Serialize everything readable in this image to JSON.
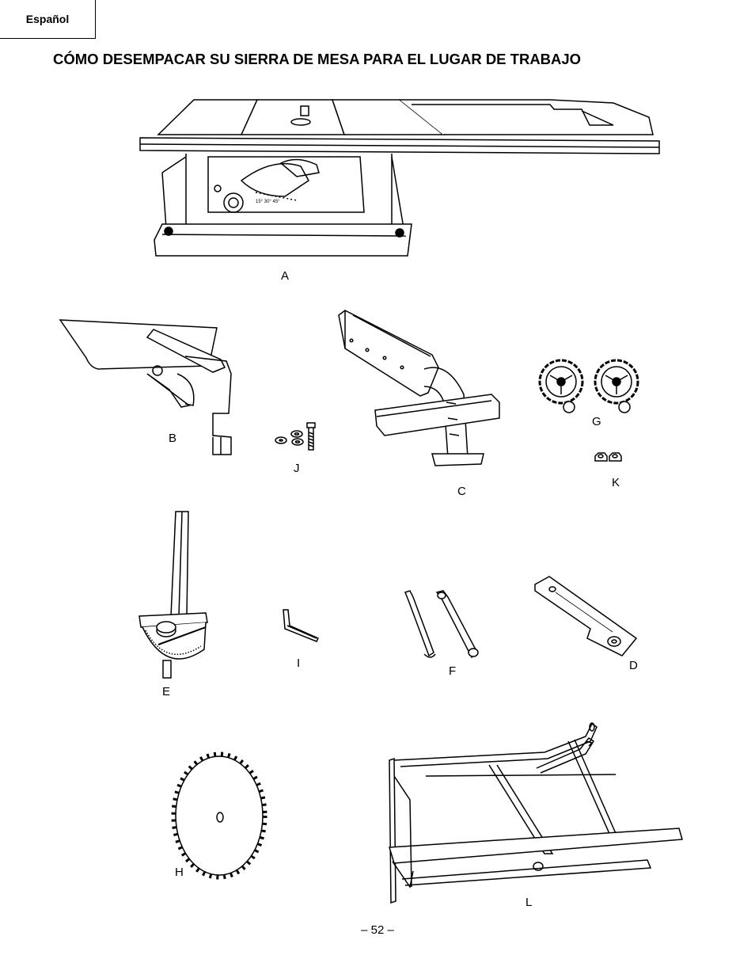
{
  "header": {
    "language_tab": "Español"
  },
  "title": "CÓMO DESEMPACAR SU SIERRA DE MESA PARA EL LUGAR DE TRABAJO",
  "parts": {
    "A": "A",
    "B": "B",
    "C": "C",
    "D": "D",
    "E": "E",
    "F": "F",
    "G": "G",
    "H": "H",
    "I": "I",
    "J": "J",
    "K": "K",
    "L": "L"
  },
  "footer": {
    "page_number": "–  52  –"
  }
}
